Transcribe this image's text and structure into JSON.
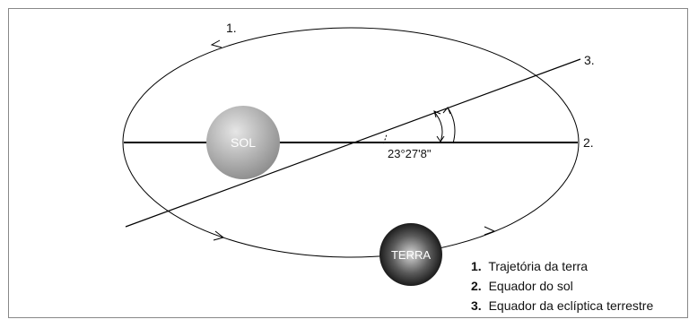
{
  "diagram": {
    "labels": {
      "trajectory_number": "1.",
      "sun_equator_number": "2.",
      "ecliptic_number": "3.",
      "sun": "SOL",
      "earth": "TERRA",
      "angle": "23°27'8\""
    },
    "legend": [
      {
        "number": "1.",
        "text": "Trajetória da terra"
      },
      {
        "number": "2.",
        "text": "Equador do sol"
      },
      {
        "number": "3.",
        "text": "Equador da eclíptica terrestre"
      }
    ],
    "colors": {
      "line": "#000000",
      "frame": "#888888",
      "sun_light": "#e0e0e0",
      "sun_dark": "#8e8e8e",
      "earth_light": "#cfcfcf",
      "earth_dark": "#111111"
    }
  }
}
